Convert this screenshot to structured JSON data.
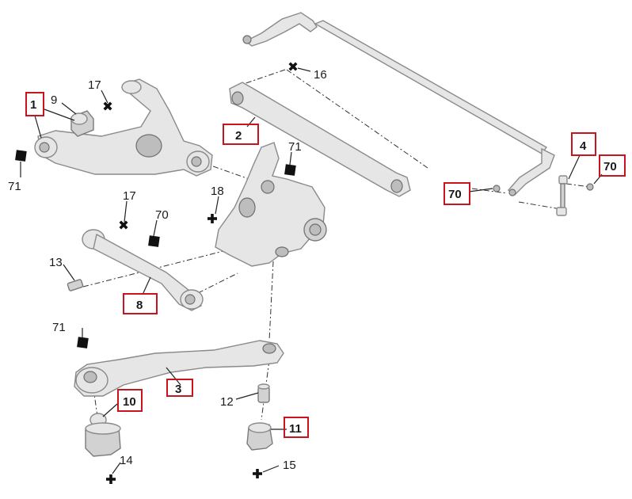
{
  "callouts": [
    {
      "id": "c1",
      "text": "1"
    },
    {
      "id": "c2",
      "text": "2"
    },
    {
      "id": "c3",
      "text": "3"
    },
    {
      "id": "c4",
      "text": "4"
    },
    {
      "id": "c8",
      "text": "8"
    },
    {
      "id": "c9",
      "text": "9"
    },
    {
      "id": "c10",
      "text": "10"
    },
    {
      "id": "c11",
      "text": "11"
    },
    {
      "id": "c12",
      "text": "12"
    },
    {
      "id": "c13",
      "text": "13"
    },
    {
      "id": "c14",
      "text": "14"
    },
    {
      "id": "c15",
      "text": "15"
    },
    {
      "id": "c16",
      "text": "16"
    },
    {
      "id": "c17a",
      "text": "17"
    },
    {
      "id": "c17b",
      "text": "17"
    },
    {
      "id": "c18",
      "text": "18"
    },
    {
      "id": "c70a",
      "text": "70"
    },
    {
      "id": "c70b",
      "text": "70"
    },
    {
      "id": "c70c",
      "text": "70"
    },
    {
      "id": "c71a",
      "text": "71"
    },
    {
      "id": "c71b",
      "text": "71"
    },
    {
      "id": "c71c",
      "text": "71"
    }
  ],
  "colors": {
    "highlight_box": "#c8141e",
    "part_fill": "#e6e6e6",
    "part_stroke": "#8a8a8a",
    "marker": "#111111"
  }
}
